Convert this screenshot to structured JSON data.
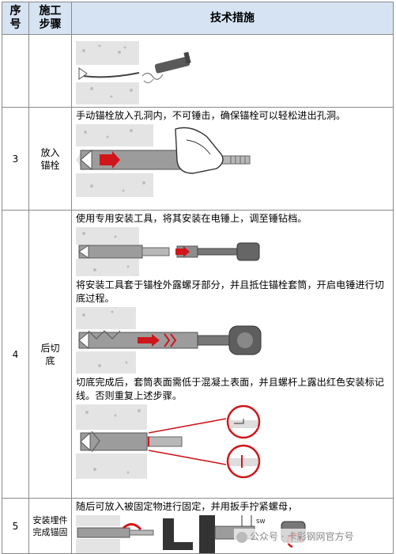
{
  "header": {
    "col_no": "序号",
    "col_step": "施工步骤",
    "col_measure": "技术措施"
  },
  "rows": [
    {
      "no": "",
      "step": "",
      "lines": []
    },
    {
      "no": "3",
      "step": "放入锚栓",
      "lines": [
        "手动锚栓放入孔洞内，不可锤击，确保锚栓可以轻松进出孔洞。"
      ]
    },
    {
      "no": "4",
      "step": "后切底",
      "lines": [
        "使用专用安装工具，将其安装在电锤上，调至锤钻档。",
        "将安装工具套于锚栓外露螺牙部分，并且抵住锚栓套筒，开启电锤进行切底过程。",
        "切底完成后，套筒表面需低于混凝土表面，并且螺杆上露出红色安装标记线。否则重复上述步骤。"
      ]
    },
    {
      "no": "5",
      "step": "安装埋件完成锚固",
      "lines": [
        "随后可放入被固定物进行固定，并用扳手拧紧螺母，"
      ]
    }
  ],
  "figure_labels": {
    "sw": "SW"
  },
  "watermark": "公众号 · 卡彩钢网官方号",
  "colors": {
    "header_bg": "#d5e3f3",
    "arrow_red": "#d0161b",
    "concrete": "#e4e4e4"
  }
}
